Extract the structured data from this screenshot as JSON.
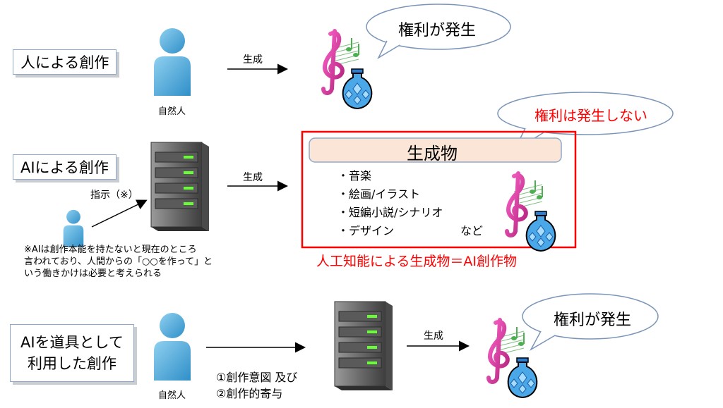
{
  "row1": {
    "label": "人による創作",
    "person_caption": "自然人",
    "arrow_label": "生成",
    "bubble": "権利が発生"
  },
  "row2": {
    "label": "AIによる創作",
    "instruction_label": "指示（※）",
    "arrow_label": "生成",
    "bubble": "権利は発生しない",
    "product_title": "生成物",
    "product_items": [
      "・音楽",
      "・絵画/イラスト",
      "・短編小説/シナリオ",
      "・デザイン"
    ],
    "product_items_suffix": "など",
    "product_caption": "人工知能による生成物＝AI創作物",
    "note_lines": [
      "※AIは創作本能を持たないと現在のところ",
      "言われており、人間からの「○○を作って」と",
      "いう働きかけは必要と考えられる"
    ]
  },
  "row3": {
    "label_lines": [
      "AIを道具として",
      "利用した創作"
    ],
    "person_caption": "自然人",
    "condition_lines": [
      "①創作意図 及び",
      "②創作的寄与"
    ],
    "arrow_label": "生成",
    "bubble": "権利が発生"
  },
  "colors": {
    "accent_red": "#ff0000",
    "person_blue": "#4aa8dc",
    "product_bar": "#fbe5d6",
    "label_border": "#8ea9c9",
    "server_gray": "#6b6b6b",
    "server_led": "#66ff33"
  },
  "icons": [
    "person-icon",
    "server-icon",
    "music-vase-icon",
    "speech-bubble"
  ]
}
